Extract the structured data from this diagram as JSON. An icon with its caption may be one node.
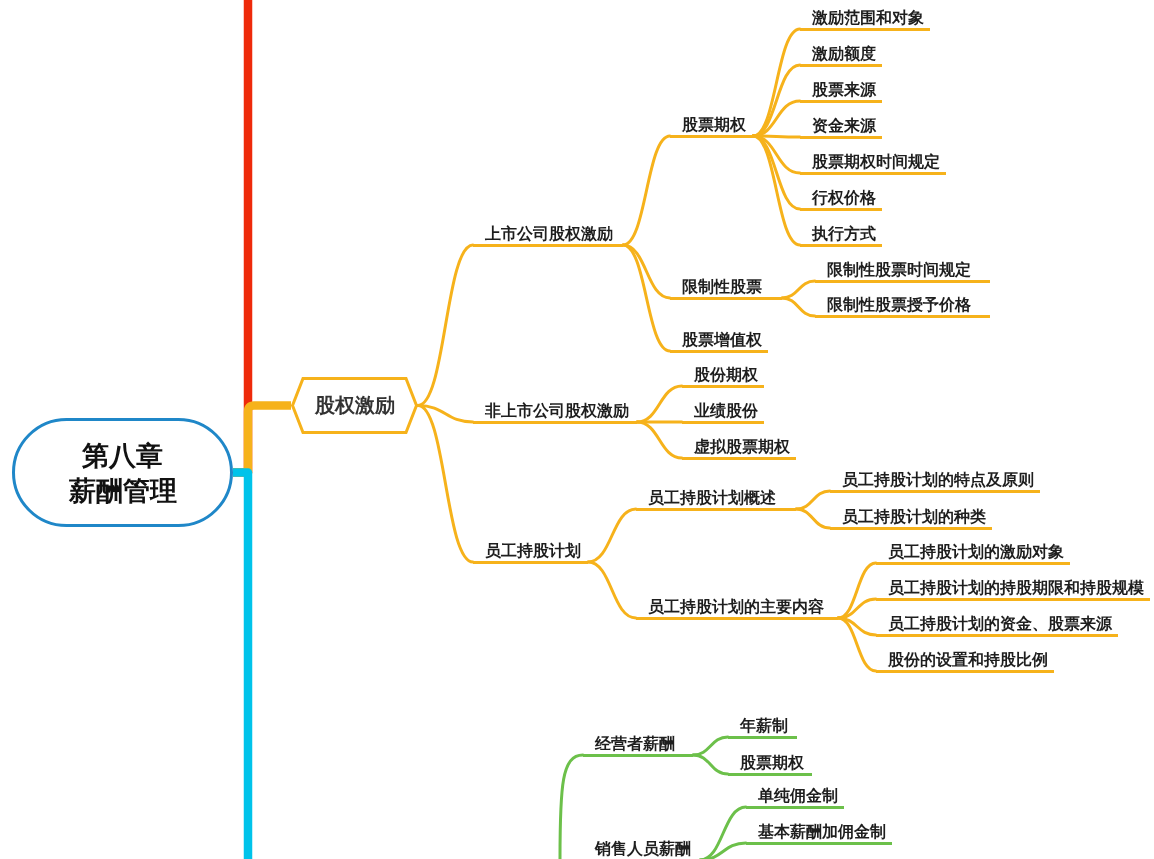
{
  "diagram": {
    "nodes": [
      {
        "text": [
          "第八章",
          "薪酬管理"
        ]
      },
      {
        "text": [
          "股权激励"
        ]
      },
      {
        "text": [
          "上市公司股权激励"
        ]
      },
      {
        "text": [
          "股票期权"
        ]
      },
      {
        "text": [
          "激励范围和对象"
        ]
      },
      {
        "text": [
          "激励额度"
        ]
      },
      {
        "text": [
          "股票来源"
        ]
      },
      {
        "text": [
          "资金来源"
        ]
      },
      {
        "text": [
          "股票期权时间规定"
        ]
      },
      {
        "text": [
          "行权价格"
        ]
      },
      {
        "text": [
          "执行方式"
        ]
      },
      {
        "text": [
          "限制性股票"
        ]
      },
      {
        "text": [
          "限制性股票时间规定"
        ]
      },
      {
        "text": [
          "限制性股票授予价格"
        ]
      },
      {
        "text": [
          "股票增值权"
        ]
      },
      {
        "text": [
          "非上市公司股权激励"
        ]
      },
      {
        "text": [
          "股份期权"
        ]
      },
      {
        "text": [
          "业绩股份"
        ]
      },
      {
        "text": [
          "虚拟股票期权"
        ]
      },
      {
        "text": [
          "员工持股计划"
        ]
      },
      {
        "text": [
          "员工持股计划概述"
        ]
      },
      {
        "text": [
          "员工持股计划的特点及原则"
        ]
      },
      {
        "text": [
          "员工持股计划的种类"
        ]
      },
      {
        "text": [
          "员工持股计划的主要内容"
        ]
      },
      {
        "text": [
          "员工持股计划的激励对象"
        ]
      },
      {
        "text": [
          "员工持股计划的持股期限和持股规模"
        ]
      },
      {
        "text": [
          "员工持股计划的资金、股票来源"
        ]
      },
      {
        "text": [
          "股份的设置和持股比例"
        ]
      },
      {
        "text": [
          "经营者薪酬"
        ]
      },
      {
        "text": [
          "年薪制"
        ]
      },
      {
        "text": [
          "股票期权"
        ]
      },
      {
        "text": [
          "销售人员薪酬"
        ]
      },
      {
        "text": [
          "单纯佣金制"
        ]
      },
      {
        "text": [
          "基本薪酬加佣金制"
        ]
      }
    ],
    "edges": [
      {
        "from": 0,
        "to": 1,
        "arrow": "none",
        "style": "thick"
      },
      {
        "from": 0,
        "to": null,
        "arrow": "none",
        "style": "thick",
        "color": "#ee2a0a"
      },
      {
        "from": 0,
        "to": null,
        "arrow": "none",
        "style": "thick",
        "color": "#00c3ea"
      },
      {
        "from": 1,
        "to": 2,
        "arrow": "none"
      },
      {
        "from": 1,
        "to": 15,
        "arrow": "none"
      },
      {
        "from": 1,
        "to": 19,
        "arrow": "none"
      },
      {
        "from": 2,
        "to": 3,
        "arrow": "none"
      },
      {
        "from": 2,
        "to": 11,
        "arrow": "none"
      },
      {
        "from": 2,
        "to": 14,
        "arrow": "none"
      },
      {
        "from": 3,
        "to": 4,
        "arrow": "none"
      },
      {
        "from": 3,
        "to": 5,
        "arrow": "none"
      },
      {
        "from": 3,
        "to": 6,
        "arrow": "none"
      },
      {
        "from": 3,
        "to": 7,
        "arrow": "none"
      },
      {
        "from": 3,
        "to": 8,
        "arrow": "none"
      },
      {
        "from": 3,
        "to": 9,
        "arrow": "none"
      },
      {
        "from": 3,
        "to": 10,
        "arrow": "none"
      },
      {
        "from": 11,
        "to": 12,
        "arrow": "none"
      },
      {
        "from": 11,
        "to": 13,
        "arrow": "none"
      },
      {
        "from": 15,
        "to": 16,
        "arrow": "none"
      },
      {
        "from": 15,
        "to": 17,
        "arrow": "none"
      },
      {
        "from": 15,
        "to": 18,
        "arrow": "none"
      },
      {
        "from": 19,
        "to": 20,
        "arrow": "none"
      },
      {
        "from": 19,
        "to": 23,
        "arrow": "none"
      },
      {
        "from": 20,
        "to": 21,
        "arrow": "none"
      },
      {
        "from": 20,
        "to": 22,
        "arrow": "none"
      },
      {
        "from": 23,
        "to": 24,
        "arrow": "none"
      },
      {
        "from": 23,
        "to": 25,
        "arrow": "none"
      },
      {
        "from": 23,
        "to": 26,
        "arrow": "none"
      },
      {
        "from": 23,
        "to": 27,
        "arrow": "none"
      },
      {
        "from": null,
        "to": 28,
        "arrow": "none",
        "color": "#6cc04a"
      },
      {
        "from": 28,
        "to": 29,
        "arrow": "none",
        "color": "#6cc04a"
      },
      {
        "from": 28,
        "to": 30,
        "arrow": "none",
        "color": "#6cc04a"
      },
      {
        "from": 31,
        "to": 32,
        "arrow": "none",
        "color": "#6cc04a"
      },
      {
        "from": 31,
        "to": 33,
        "arrow": "none",
        "color": "#6cc04a"
      }
    ]
  }
}
